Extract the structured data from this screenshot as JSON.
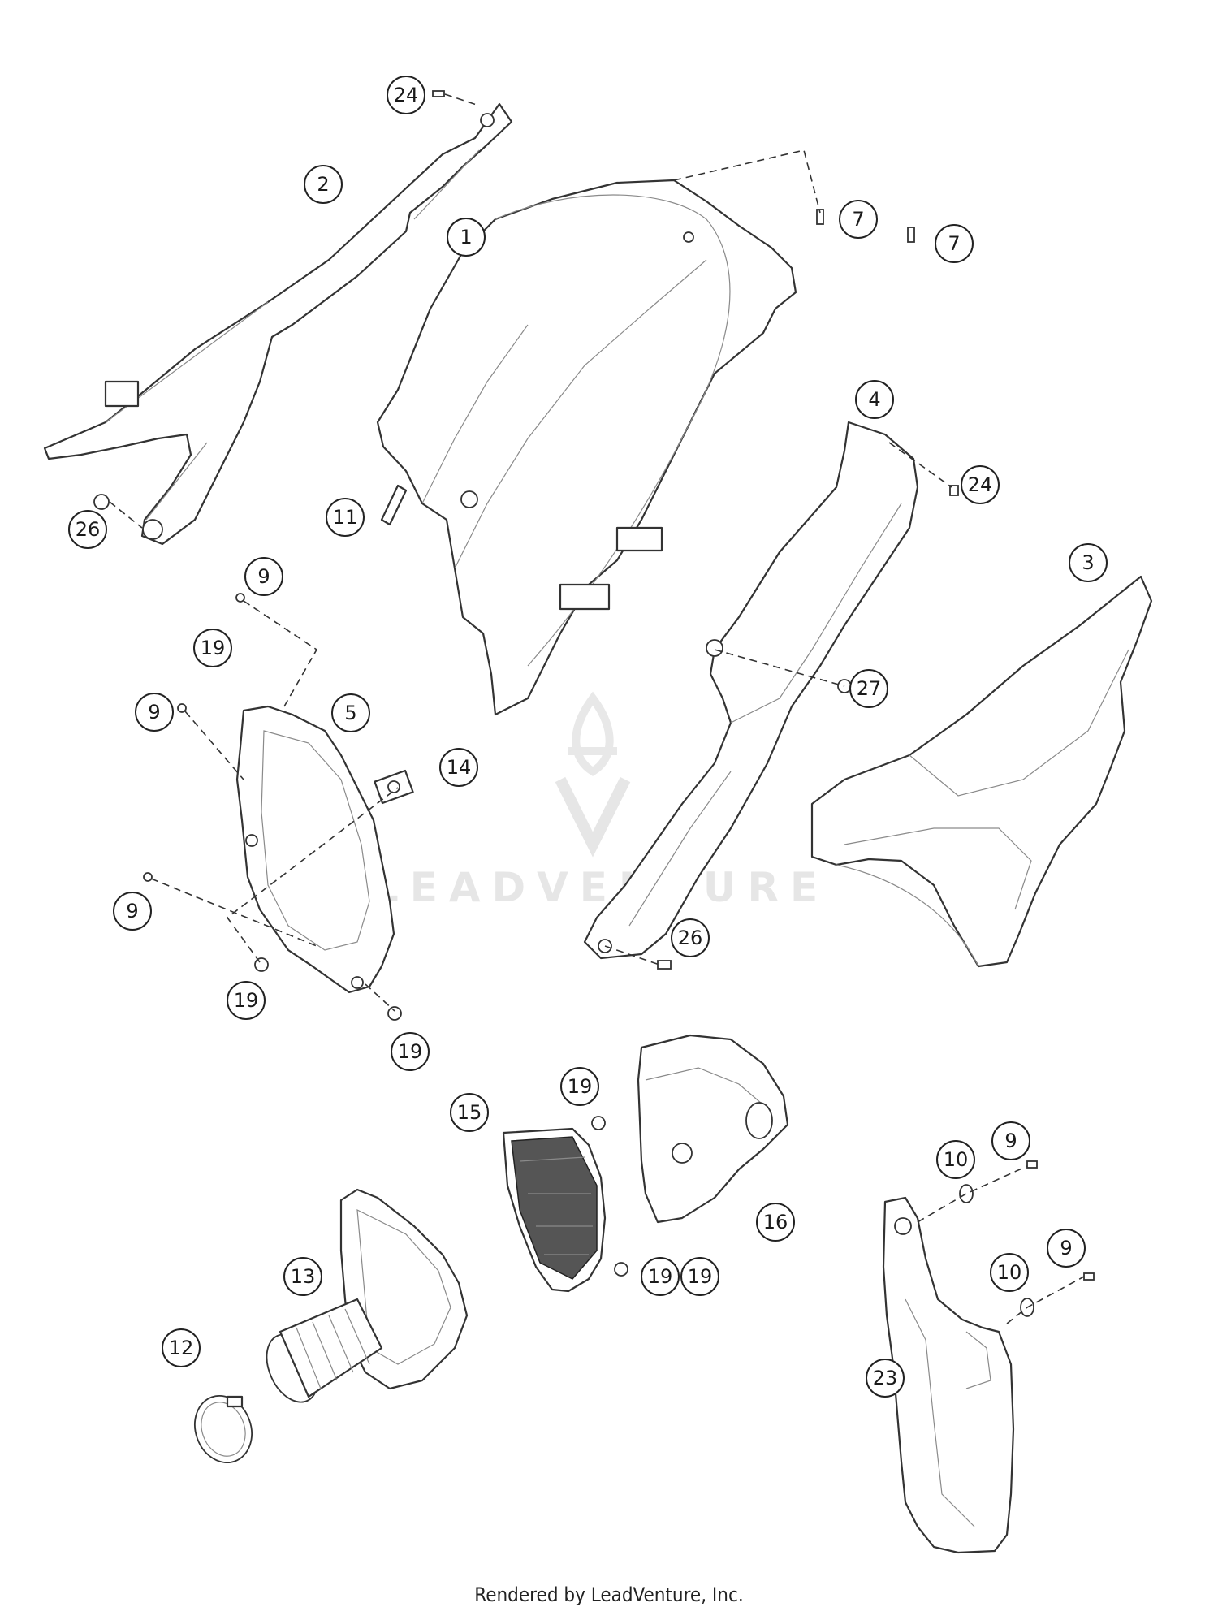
{
  "diagram": {
    "watermark": "LEADVENTURE",
    "callouts": [
      "1",
      "2",
      "3",
      "4",
      "5",
      "7",
      "7",
      "9",
      "9",
      "9",
      "9",
      "9",
      "10",
      "10",
      "11",
      "12",
      "13",
      "14",
      "15",
      "16",
      "19",
      "19",
      "19",
      "19",
      "19",
      "19",
      "23",
      "24",
      "24",
      "26",
      "26",
      "27"
    ]
  },
  "footer": {
    "text": "Rendered by LeadVenture, Inc."
  }
}
